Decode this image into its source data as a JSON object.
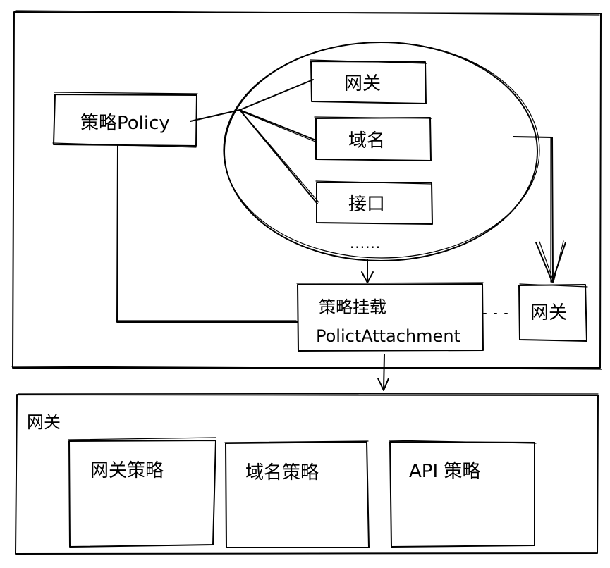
{
  "diagram": {
    "policy_box": {
      "label": "策略Policy"
    },
    "target_group": {
      "items": [
        {
          "label": "网关"
        },
        {
          "label": "域名"
        },
        {
          "label": "接口"
        }
      ],
      "ellipsis": "......"
    },
    "attachment_box": {
      "line1": "策略挂载",
      "line2": "PolictAttachment"
    },
    "gateway_target_box": {
      "label": "网关"
    },
    "gateway_container": {
      "title": "网关",
      "policies": [
        {
          "label": "网关策略"
        },
        {
          "label": "域名策略"
        },
        {
          "label": "API 策略"
        }
      ]
    }
  }
}
